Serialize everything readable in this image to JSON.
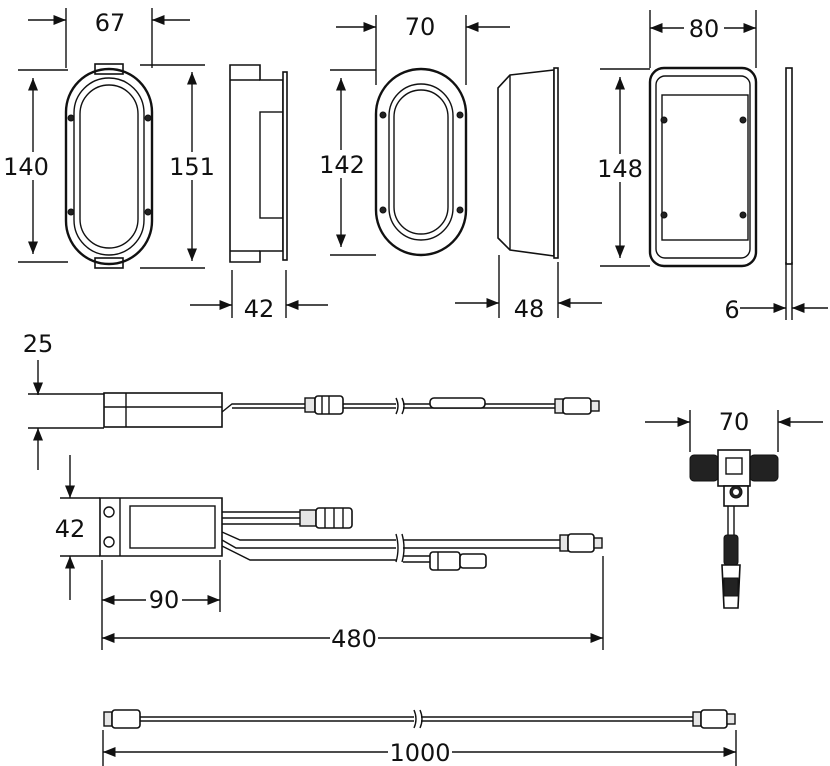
{
  "dimensions": {
    "oval1_width": "67",
    "oval1_inner_height": "140",
    "oval1_outer_height": "151",
    "side1_depth": "42",
    "oval2_width": "70",
    "oval2_height": "142",
    "side2_depth": "48",
    "rect_width": "80",
    "rect_height": "148",
    "plate_depth": "6",
    "module1_height": "25",
    "module2_height": "42",
    "module2_width": "90",
    "cable_length": "480",
    "tee_width": "70",
    "extension_length": "1000"
  }
}
